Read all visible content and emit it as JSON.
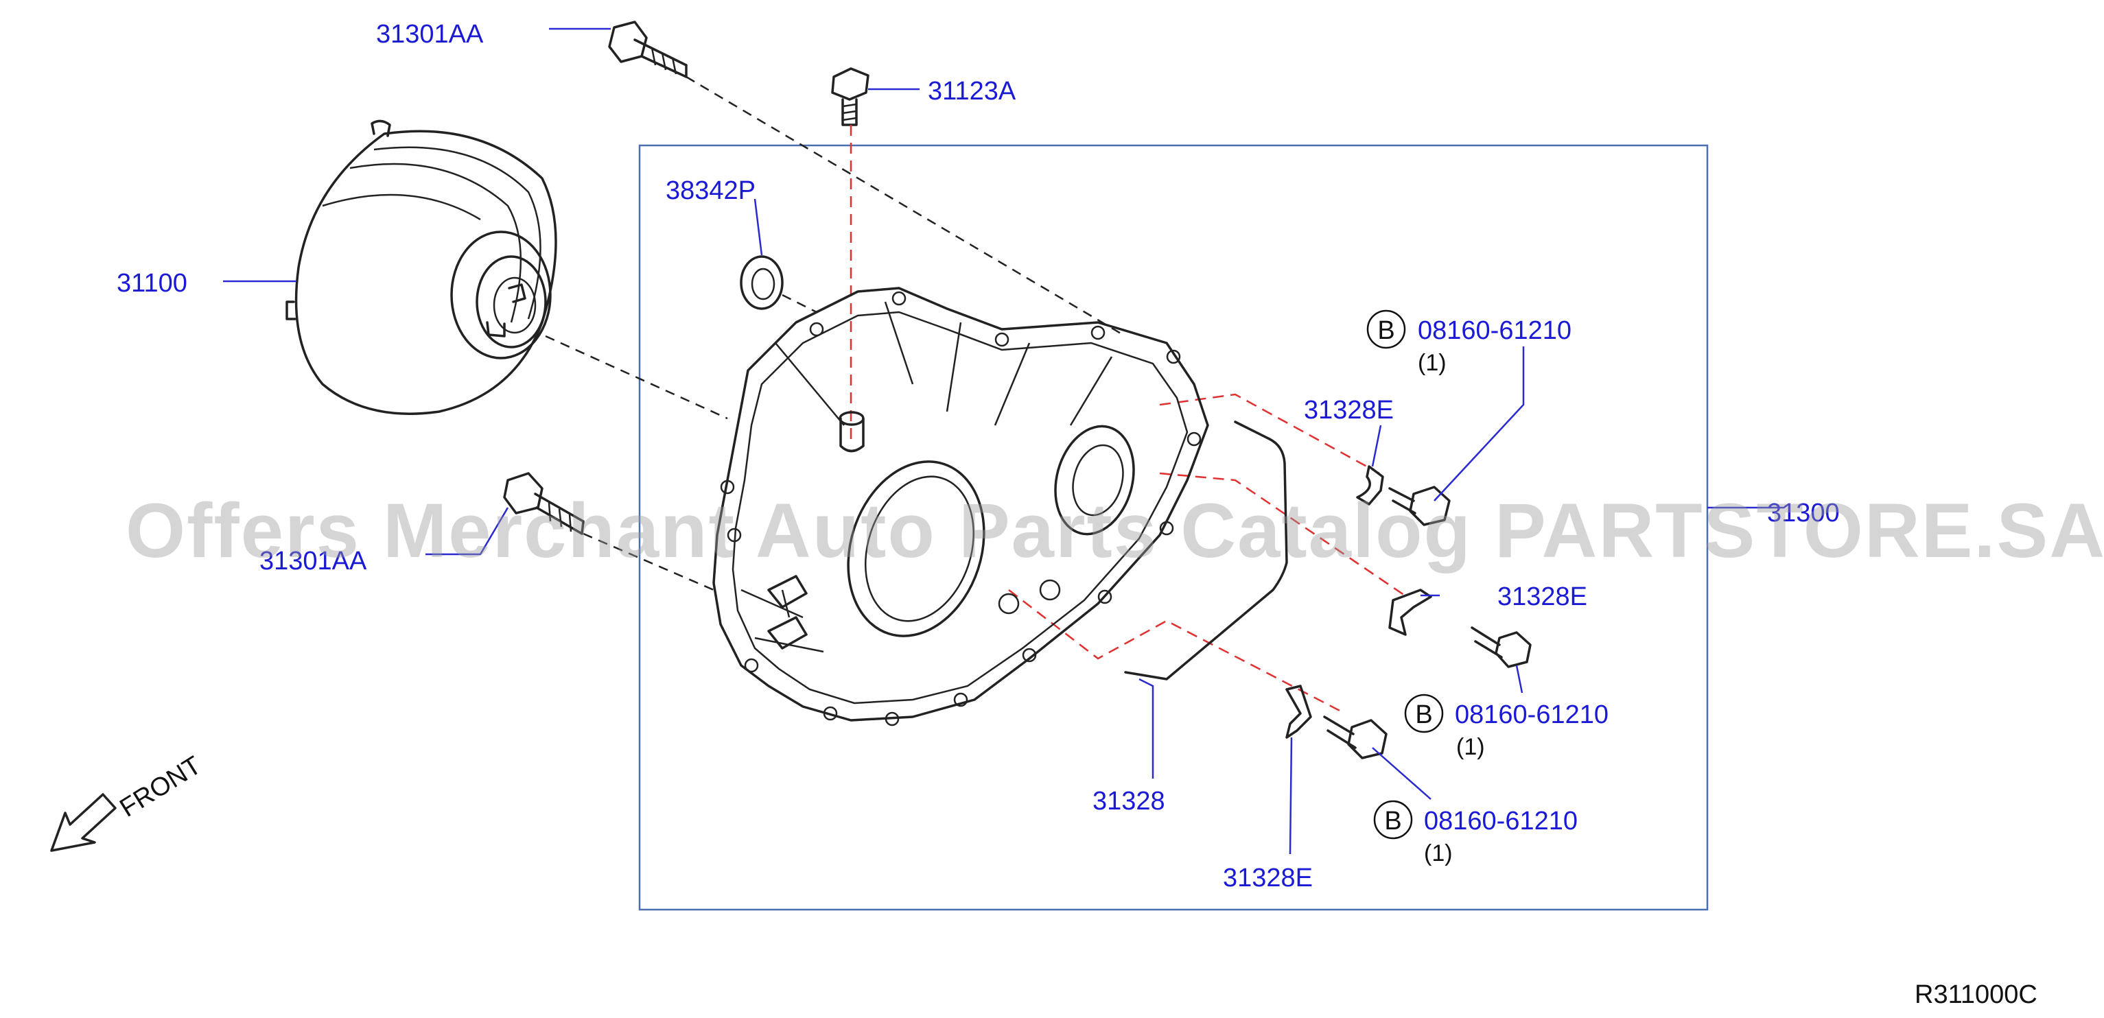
{
  "labels": {
    "bolt_top_left": "31301AA",
    "bolt_top_center": "31123A",
    "seal": "38342P",
    "converter": "31100",
    "bolt_left": "31301AA",
    "clip_upper": "31328E",
    "clip_middle": "31328E",
    "clip_lower": "31328E",
    "tube": "31328",
    "housing_cutoff": "31300",
    "bolt_b1": "08160-61210",
    "bolt_b2": "08160-61210",
    "bolt_b3": "08160-61210"
  },
  "quantities": {
    "b1": "(1)",
    "b2": "(1)",
    "b3": "(1)"
  },
  "b_marker": "B",
  "front_label": "FRONT",
  "drawing_code": "R311000C",
  "watermark": "Offers Merchant Auto Parts Catalog PARTSTORE.SA",
  "colors": {
    "label": "#1a1ad6",
    "leader": "#2a2ad0",
    "dashed_red": "#e03030",
    "frame": "#4a6fb0",
    "line": "#222222"
  }
}
